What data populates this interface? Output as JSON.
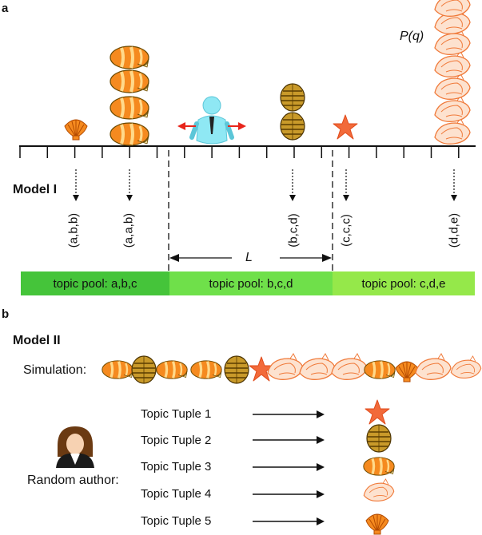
{
  "panel_a": {
    "label": "a",
    "pq_label": "P(q)",
    "model_label": "Model I",
    "length_label": "L",
    "tuples": [
      "(a,b,b)",
      "(a,a,b)",
      "(b,c,d)",
      "(c,c,c)",
      "(d,d,e)"
    ],
    "pools": [
      {
        "label": "topic pool: a,b,c",
        "color": "#45c43a"
      },
      {
        "label": "topic pool: b,c,d",
        "color": "#6fe04a"
      },
      {
        "label": "topic pool: c,d,e",
        "color": "#95e84a"
      }
    ]
  },
  "panel_b": {
    "label": "b",
    "model_label": "Model II",
    "simulation_label": "Simulation:",
    "author_label": "Random author:",
    "topic_tuples": [
      "Topic Tuple 1",
      "Topic Tuple 2",
      "Topic Tuple 3",
      "Topic Tuple 4",
      "Topic Tuple 5"
    ]
  },
  "colors": {
    "arrow_red": "#e8251b",
    "shell_orange": "#f58a1f",
    "shell_brown": "#b7891f"
  }
}
